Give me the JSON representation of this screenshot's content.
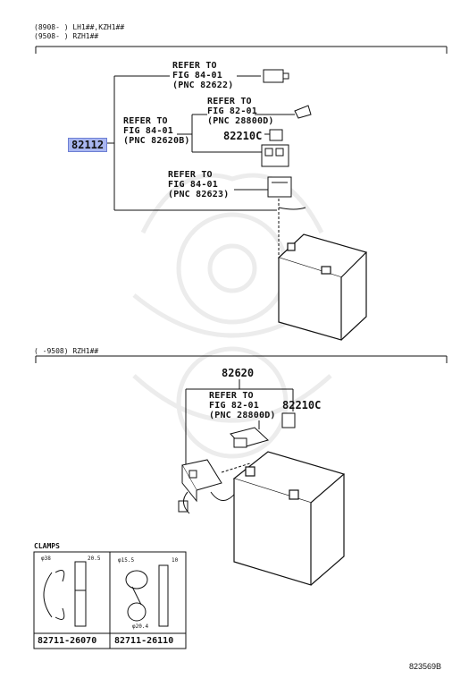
{
  "header": {
    "range1": "(8908-     ) LH1##,KZH1##",
    "range2": "(9508-     ) RZH1##"
  },
  "top_diagram": {
    "part_82112": "82112",
    "ref_82622": [
      "REFER TO",
      "FIG 84-01",
      "(PNC 82622)"
    ],
    "ref_28800d": [
      "REFER TO",
      "FIG 82-01",
      "(PNC 28800D)"
    ],
    "part_82210c": "82210C",
    "ref_82620b": [
      "REFER TO",
      "FIG 84-01",
      "(PNC 82620B)"
    ],
    "ref_82623": [
      "REFER TO",
      "FIG 84-01",
      "(PNC 82623)"
    ]
  },
  "section2_header": "(     -9508) RZH1##",
  "bottom_diagram": {
    "part_82620": "82620",
    "ref_28800d": [
      "REFER TO",
      "FIG 82-01",
      "(PNC 28800D)"
    ],
    "part_82210c": "82210C"
  },
  "clamps": {
    "title": "CLAMPS",
    "left": {
      "dim1": "φ38",
      "dim2": "20.5",
      "part": "82711-26070"
    },
    "right": {
      "dim1": "φ15.5",
      "dim2": "10",
      "dim3": "φ20.4",
      "part": "82711-26110"
    }
  },
  "figure_code": "823569B"
}
